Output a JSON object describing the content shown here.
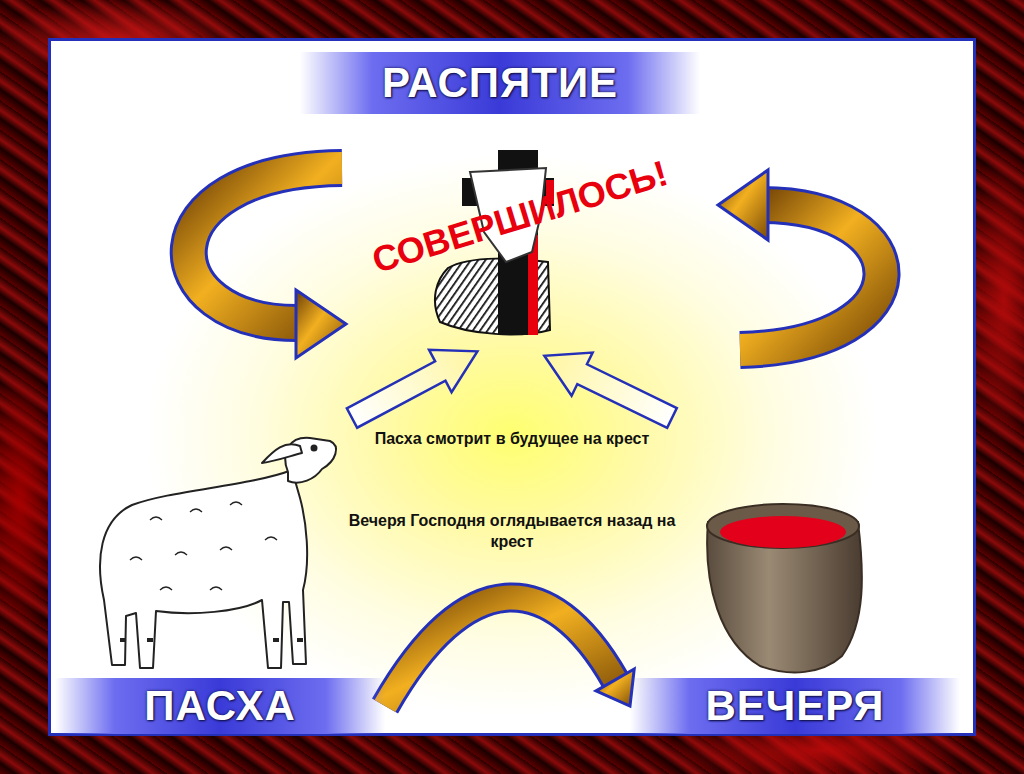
{
  "diagram": {
    "nodes": [
      {
        "text": [
          "РАСПЯТИЕ"
        ]
      },
      {
        "text": [
          "ПАСХА"
        ]
      },
      {
        "text": [
          "ВЕЧЕРЯ"
        ]
      }
    ],
    "edges": [
      {
        "from": 1,
        "to": 2,
        "arrow": "to"
      }
    ],
    "labels": [
      "СОВЕРШИЛОСЬ!",
      "Пасха смотрит в будущее на крест",
      "Вечеря Господня оглядывается назад на крест"
    ]
  }
}
